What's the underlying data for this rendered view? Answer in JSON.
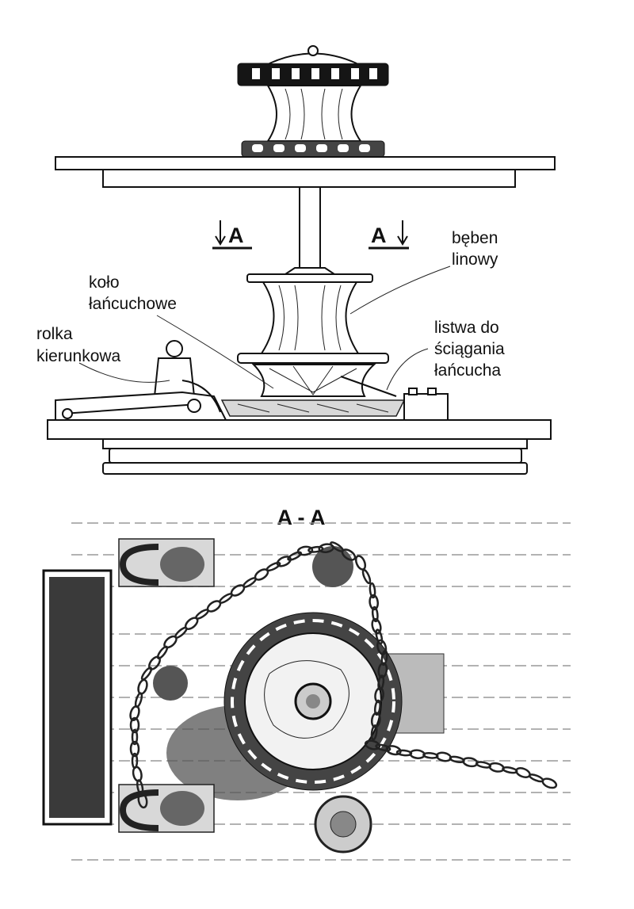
{
  "labels": {
    "drum": [
      "bęben",
      "linowy"
    ],
    "sprocket": [
      "koło",
      "łańcuchowe"
    ],
    "stripper": [
      "listwa do",
      "ściągania",
      "łańcucha"
    ],
    "roller": [
      "rolka",
      "kierunkowa"
    ]
  },
  "section_marks": {
    "left": "A",
    "right": "A",
    "section_title": "A - A"
  }
}
